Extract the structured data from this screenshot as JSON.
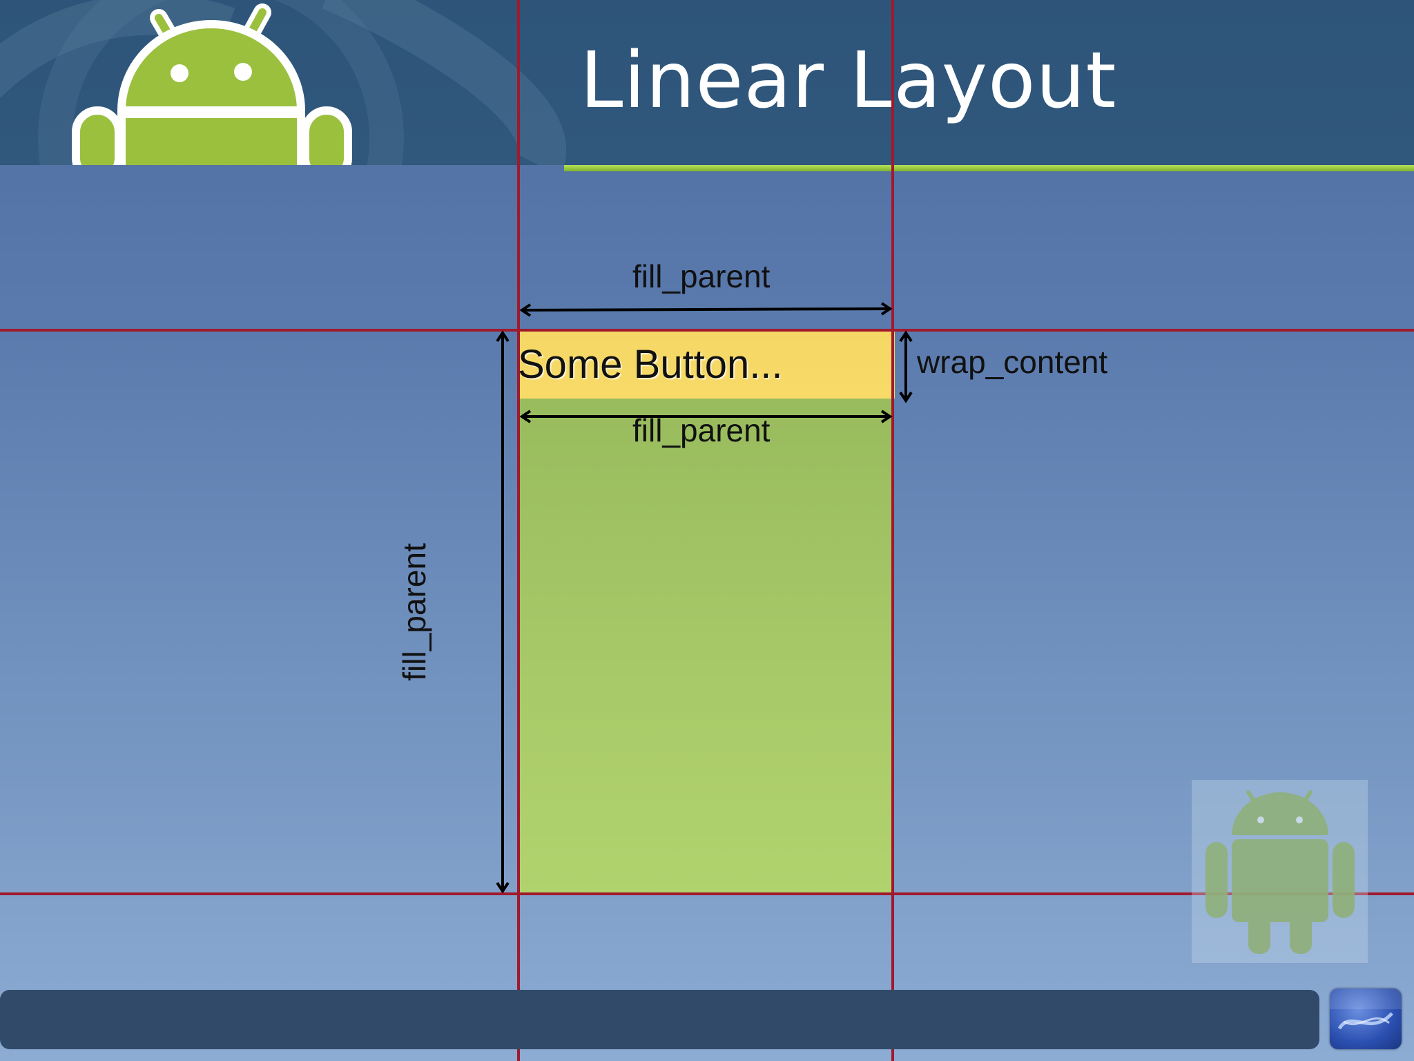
{
  "slide": {
    "title": "Linear Layout"
  },
  "diagram": {
    "button_text": "Some Button...",
    "labels": {
      "top_width": "fill_parent",
      "button_width": "fill_parent",
      "button_height": "wrap_content",
      "container_height": "fill_parent"
    }
  },
  "colors": {
    "header": "#2e5579",
    "accent_green": "#a4c639",
    "button_yellow": "#f8da68",
    "content_green": "#a7c867",
    "gridline_red": "#a01a2c",
    "footer_bar": "#314a69"
  },
  "icons": [
    "android-robot-icon",
    "android-robot-watermark-icon",
    "footer-logo-icon"
  ]
}
